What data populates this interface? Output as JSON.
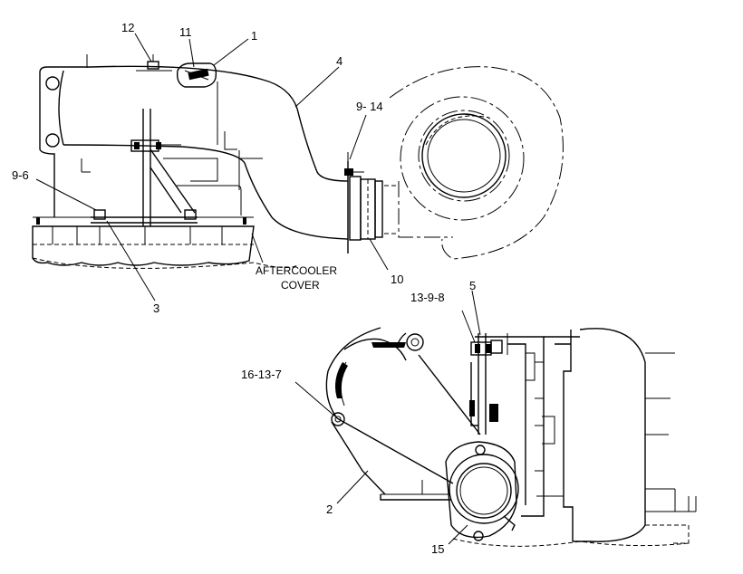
{
  "callouts": {
    "c1": "1",
    "c2": "2",
    "c3": "3",
    "c4": "4",
    "c5": "5",
    "c10": "10",
    "c11": "11",
    "c12": "12",
    "c15": "15",
    "c9_6": "9-6",
    "c9_14": "9- 14",
    "c13_9_8": "13-9-8",
    "c16_13_7": "16-13-7"
  },
  "notes": {
    "aftercooler_line1": "AFTERCOOLER",
    "aftercooler_line2": "COVER"
  }
}
